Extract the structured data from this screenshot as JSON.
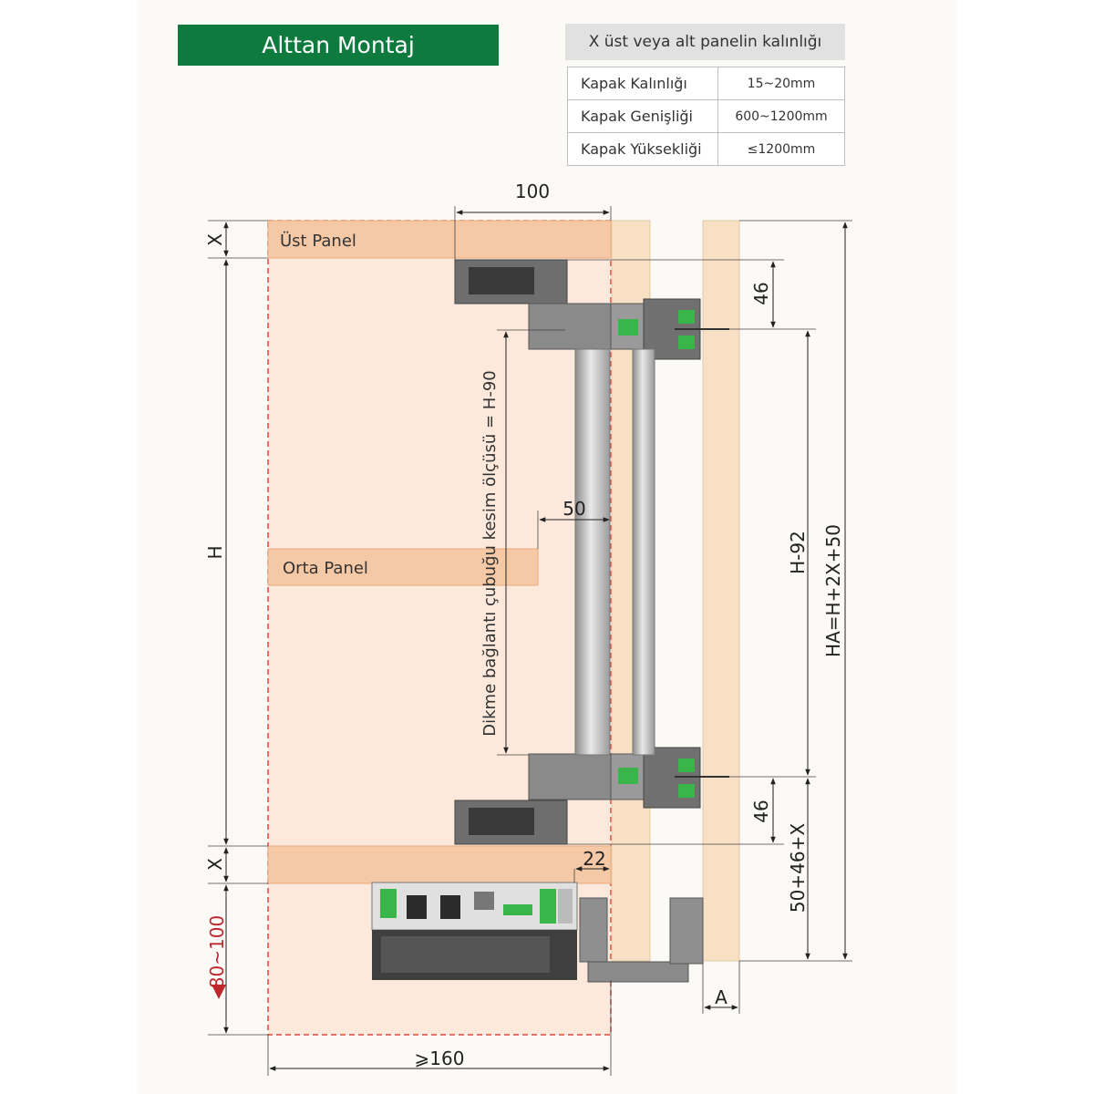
{
  "header": {
    "title": "Alttan Montaj"
  },
  "spec_table": {
    "title": "X üst veya alt panelin kalınlığı",
    "rows": [
      {
        "label": "Kapak Kalınlığı",
        "value": "15~20mm"
      },
      {
        "label": "Kapak Genişliği",
        "value": "600~1200mm"
      },
      {
        "label": "Kapak Yüksekliği",
        "value": "≤1200mm"
      }
    ]
  },
  "panels": {
    "top": "Üst Panel",
    "middle": "Orta Panel"
  },
  "dimensions": {
    "top_width": "100",
    "offset_50": "50",
    "top_gap": "46",
    "bottom_gap": "46",
    "inner_22": "22",
    "min_width": "⩾160",
    "x_top": "X",
    "x_bottom": "X",
    "h": "H",
    "h_minus_92": "H-92",
    "ha_formula": "HA=H+2X+50",
    "bottom_formula": "50+46+X",
    "clearance": "80~100",
    "a_label": "A",
    "rod_cut": "Dikme bağlantı çubuğu kesim ölçüsü = H-90"
  },
  "colors": {
    "header_green": "#0e7a3d",
    "panel_fill": "#f6c9a6",
    "cabinet_fill": "#fde9dc",
    "door_fill": "#f7e0c3",
    "warning_red": "#c0272d",
    "accent_green": "#39b54a"
  }
}
